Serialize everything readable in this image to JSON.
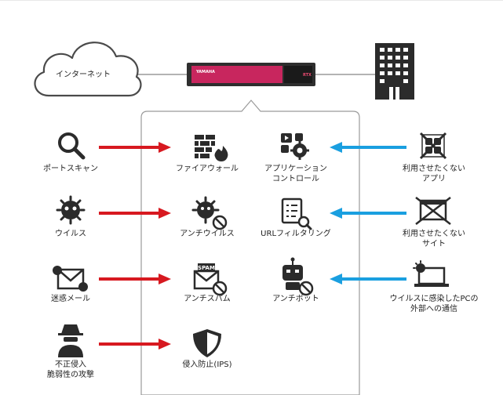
{
  "network": {
    "internet_label": "インターネット",
    "router_brand": "YAMAHA",
    "router_model": "RTX"
  },
  "threats": [
    {
      "label": "ポートスキャン",
      "icon": "magnifier-icon"
    },
    {
      "label": "ウイルス",
      "icon": "virus-icon"
    },
    {
      "label": "迷惑メール",
      "icon": "spam-mail-icon"
    },
    {
      "label": "不正侵入\n脆弱性の攻撃",
      "icon": "hacker-icon"
    }
  ],
  "protections_left": [
    {
      "label": "ファイアウォール",
      "icon": "firewall-icon"
    },
    {
      "label": "アンチウイルス",
      "icon": "antivirus-icon"
    },
    {
      "label": "アンチスパム",
      "icon": "antispam-icon",
      "badge": "SPAM"
    },
    {
      "label": "侵入防止(IPS)",
      "icon": "shield-icon"
    }
  ],
  "protections_right": [
    {
      "label": "アプリケーション\nコントロール",
      "icon": "app-control-icon"
    },
    {
      "label": "URLフィルタリング",
      "icon": "url-filter-icon"
    },
    {
      "label": "アンチボット",
      "icon": "antibot-icon"
    }
  ],
  "outbound": [
    {
      "label": "利用させたくない\nアプリ",
      "icon": "blocked-app-icon"
    },
    {
      "label": "利用させたくない\nサイト",
      "icon": "blocked-site-icon"
    },
    {
      "label": "ウイルスに感染したPCの\n外部への通信",
      "icon": "infected-pc-icon"
    }
  ],
  "colors": {
    "inbound_arrow": "#d71920",
    "outbound_arrow": "#1a9fe0",
    "router_body": "#c8265e",
    "icon": "#2b2b2b",
    "line": "#9a9a9a"
  }
}
